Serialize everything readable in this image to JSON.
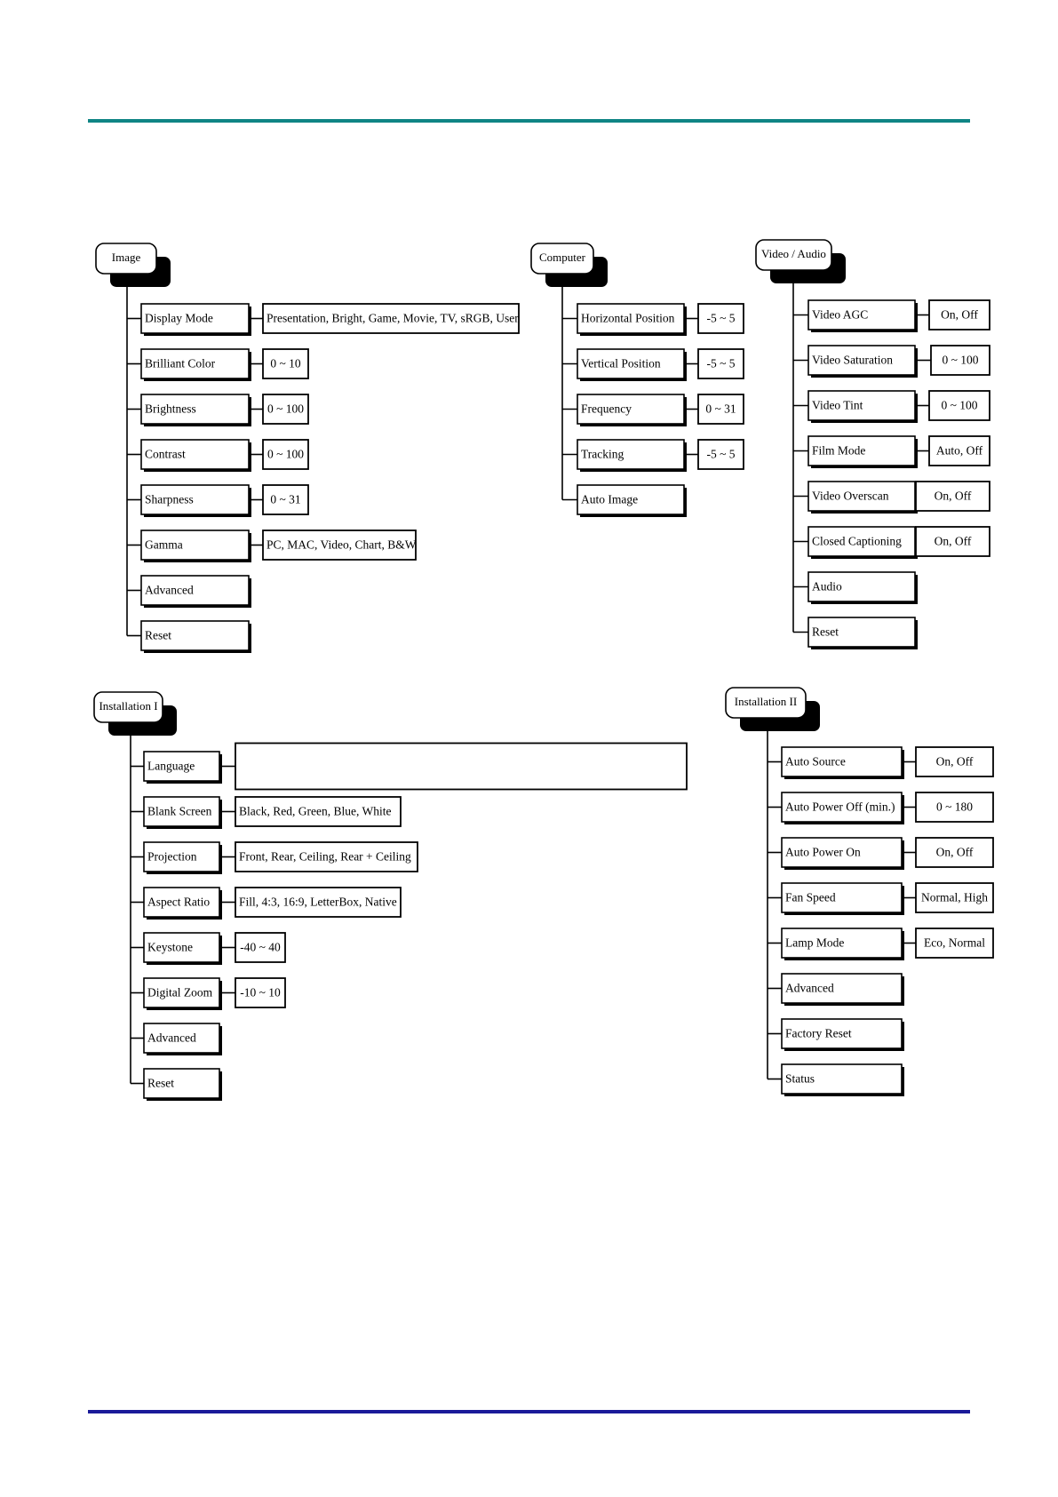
{
  "colors": {
    "top_rule": "#0f8585",
    "bottom_rule": "#1a1a99",
    "line": "#000000",
    "box_fill": "#ffffff",
    "shadow": "#000000"
  },
  "sections": [
    {
      "id": "image",
      "title": "Image",
      "items": [
        {
          "label": "Display Mode",
          "value": "Presentation, Bright, Game, Movie, TV, sRGB, User"
        },
        {
          "label": "Brilliant Color",
          "value": "0 ~ 10"
        },
        {
          "label": "Brightness",
          "value": "0 ~ 100"
        },
        {
          "label": "Contrast",
          "value": "0 ~ 100"
        },
        {
          "label": "Sharpness",
          "value": "0 ~ 31"
        },
        {
          "label": "Gamma",
          "value": "PC, MAC, Video, Chart, B&W"
        },
        {
          "label": "Advanced"
        },
        {
          "label": "Reset"
        }
      ]
    },
    {
      "id": "computer",
      "title": "Computer",
      "items": [
        {
          "label": "Horizontal Position",
          "value": "-5 ~ 5"
        },
        {
          "label": "Vertical Position",
          "value": "-5 ~ 5"
        },
        {
          "label": "Frequency",
          "value": "0 ~ 31"
        },
        {
          "label": "Tracking",
          "value": "-5 ~ 5"
        },
        {
          "label": "Auto Image"
        }
      ]
    },
    {
      "id": "video-audio",
      "title": "Video / Audio",
      "items": [
        {
          "label": "Video AGC",
          "value": "On, Off"
        },
        {
          "label": "Video Saturation",
          "value": "0 ~ 100"
        },
        {
          "label": "Video Tint",
          "value": "0 ~ 100"
        },
        {
          "label": "Film Mode",
          "value": "Auto, Off"
        },
        {
          "label": "Video Overscan",
          "value": "On, Off"
        },
        {
          "label": "Closed Captioning",
          "value": "On, Off"
        },
        {
          "label": "Audio"
        },
        {
          "label": "Reset"
        }
      ]
    },
    {
      "id": "installation-1",
      "title": "Installation I",
      "items": [
        {
          "label": "Language",
          "value": ""
        },
        {
          "label": "Blank Screen",
          "value": "Black, Red, Green, Blue, White"
        },
        {
          "label": "Projection",
          "value": "Front, Rear, Ceiling, Rear + Ceiling"
        },
        {
          "label": "Aspect Ratio",
          "value": "Fill, 4:3, 16:9, LetterBox, Native"
        },
        {
          "label": "Keystone",
          "value": "-40 ~ 40"
        },
        {
          "label": "Digital Zoom",
          "value": "-10 ~ 10"
        },
        {
          "label": "Advanced"
        },
        {
          "label": "Reset"
        }
      ]
    },
    {
      "id": "installation-2",
      "title": "Installation  II",
      "items": [
        {
          "label": "Auto Source",
          "value": "On, Off"
        },
        {
          "label": "Auto Power Off (min.)",
          "value": "0 ~ 180"
        },
        {
          "label": "Auto Power On",
          "value": "On, Off"
        },
        {
          "label": "Fan Speed",
          "value": "Normal, High"
        },
        {
          "label": "Lamp Mode",
          "value": "Eco, Normal"
        },
        {
          "label": "Advanced"
        },
        {
          "label": "Factory Reset"
        },
        {
          "label": "Status"
        }
      ]
    }
  ]
}
